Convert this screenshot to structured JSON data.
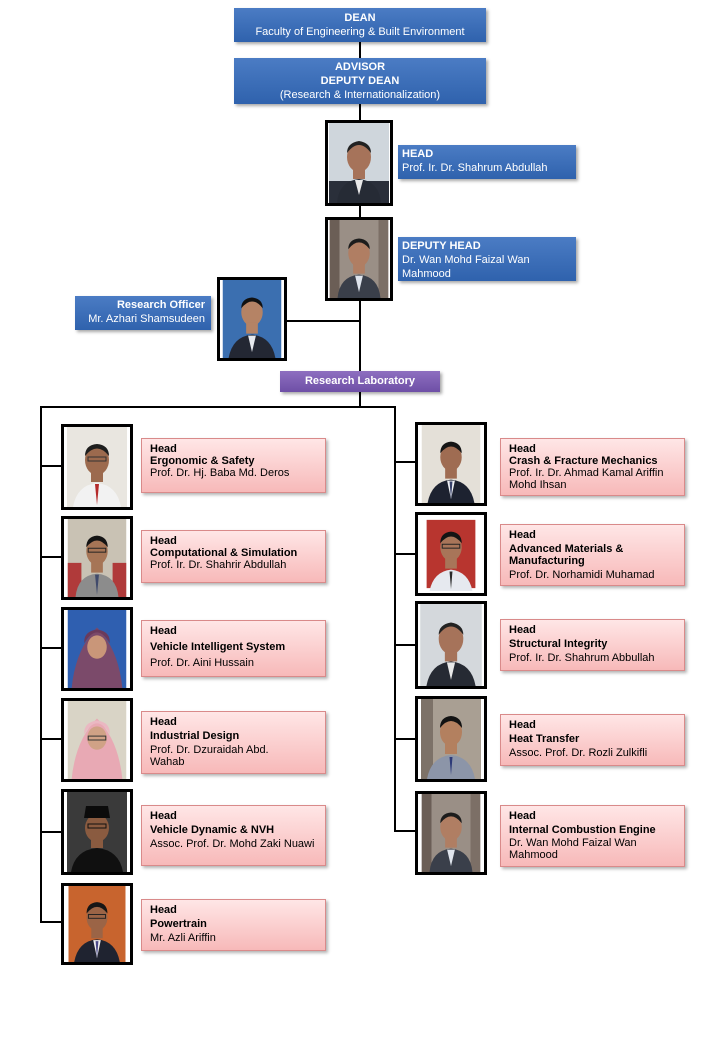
{
  "dean": {
    "title": "DEAN",
    "subtitle": "Faculty of Engineering & Built Environment"
  },
  "advisor": {
    "line1": "ADVISOR",
    "line2": "DEPUTY DEAN",
    "line3": "(Research & Internationalization)"
  },
  "head": {
    "title": "HEAD",
    "name": "Prof. Ir. Dr. Shahrum Abdullah"
  },
  "deputy_head": {
    "title": "DEPUTY HEAD",
    "name": "Dr. Wan Mohd Faizal Wan Mahmood"
  },
  "research_officer": {
    "title": "Research Officer",
    "name": "Mr. Azhari Shamsudeen"
  },
  "research_laboratory": "Research Laboratory",
  "labs_left": [
    {
      "head": "Head",
      "lab": "Ergonomic & Safety",
      "person": "Prof. Dr. Hj. Baba Md. Deros"
    },
    {
      "head": "Head",
      "lab": "Computational & Simulation",
      "person": "Prof. Ir. Dr. Shahrir Abdullah"
    },
    {
      "head": "Head",
      "lab": "Vehicle Intelligent System",
      "person": "Prof. Dr. Aini Hussain"
    },
    {
      "head": "Head",
      "lab": "Industrial Design",
      "person": "Prof. Dr. Dzuraidah Abd. Wahab"
    },
    {
      "head": "Head",
      "lab": "Vehicle Dynamic & NVH",
      "person": "Assoc. Prof. Dr. Mohd Zaki Nuawi"
    },
    {
      "head": "Head",
      "lab": "Powertrain",
      "person": "Mr. Azli Ariffin"
    }
  ],
  "labs_right": [
    {
      "head": "Head",
      "lab": "Crash & Fracture Mechanics",
      "person": "Prof. Ir. Dr. Ahmad Kamal Ariffin Mohd Ihsan"
    },
    {
      "head": "Head",
      "lab": "Advanced Materials & Manufacturing",
      "person": "Prof. Dr. Norhamidi Muhamad"
    },
    {
      "head": "Head",
      "lab": "Structural Integrity",
      "person": "Prof. Ir. Dr. Shahrum Abbullah"
    },
    {
      "head": "Head",
      "lab": "Heat Transfer",
      "person": "Assoc. Prof. Dr. Rozli Zulkifli"
    },
    {
      "head": "Head",
      "lab": "Internal Combustion Engine",
      "person": "Dr. Wan Mohd Faizal Wan Mahmood"
    }
  ],
  "photo_icon": "person-portrait-icon"
}
